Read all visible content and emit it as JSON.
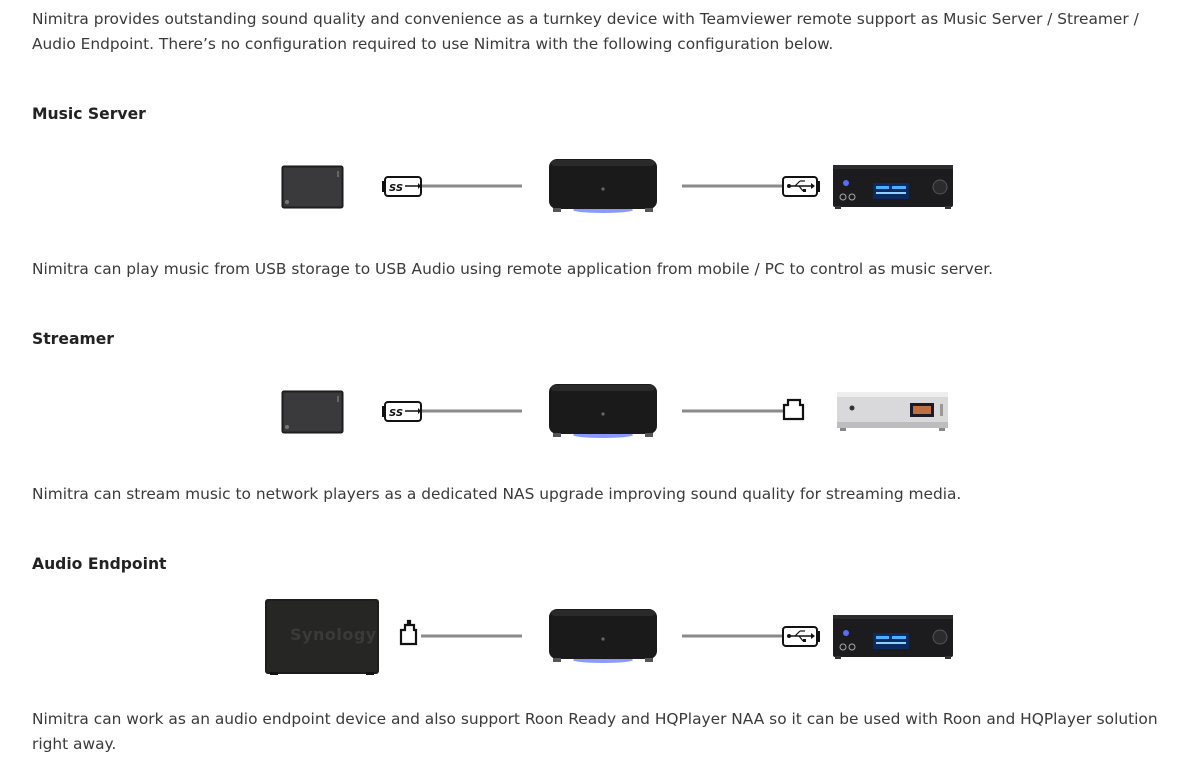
{
  "intro": "Nimitra provides outstanding sound quality and convenience as a turnkey device with Teamviewer remote support as Music Server / Streamer / Audio Endpoint. There’s no configuration required to use Nimitra with the following configuration below.",
  "sections": [
    {
      "title": "Music Server",
      "source": "usb-hard-drive",
      "source_icon": "usb-superspeed-icon",
      "output_icon": "usb-icon",
      "target": "usb-dac",
      "caption": "Nimitra can play music from USB storage to USB Audio using remote application from mobile / PC to control as music server."
    },
    {
      "title": "Streamer",
      "source": "usb-hard-drive",
      "source_icon": "usb-superspeed-icon",
      "output_icon": "ethernet-icon",
      "target": "network-player",
      "caption": "Nimitra can stream music to network players as a dedicated NAS upgrade improving sound quality for streaming media."
    },
    {
      "title": "Audio Endpoint",
      "source": "nas",
      "source_icon": "ethernet-icon",
      "output_icon": "usb-icon",
      "target": "usb-dac",
      "caption": "Nimitra can work as an audio endpoint device and also support Roon Ready and HQPlayer NAA so it can be used with Roon and HQPlayer solution right away."
    }
  ],
  "nas_logo": "Synology",
  "usb_ss_label": "SS",
  "colors": {
    "text": "#3a3a3a",
    "heading": "#222222",
    "connector_line": "#8a8a8a",
    "device_black": "#1a1a1a",
    "led_blue": "#5a6cff"
  }
}
